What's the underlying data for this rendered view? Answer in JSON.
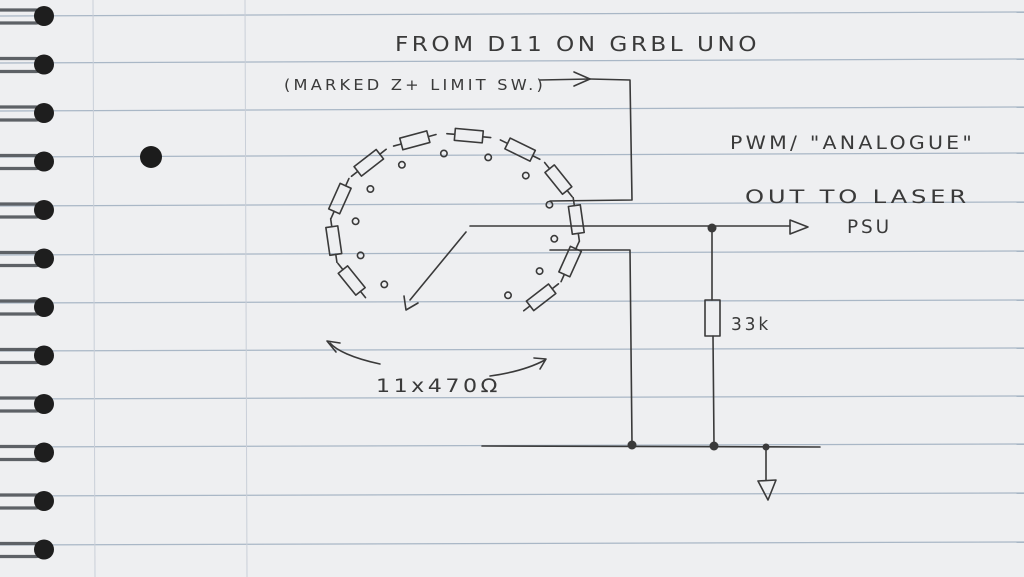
{
  "notes": {
    "title_line": "FROM D11 ON GRBL UNO",
    "marking_line": "(MARKED Z+ LIMIT SW.)",
    "pwm_line": "PWM/ \"ANALOGUE\"",
    "out_line": "OUT TO LASER",
    "psu_line": "PSU",
    "resistor_value": "33k",
    "ladder_label": "11x470Ω"
  },
  "colors": {
    "paper": "#eeeff1",
    "rule_line": "#a9b7c6",
    "margin_line": "#c9cfd8",
    "pencil": "#3a3a3a",
    "binding_wire": "#5d6166",
    "hole": "#1c1c1c"
  }
}
